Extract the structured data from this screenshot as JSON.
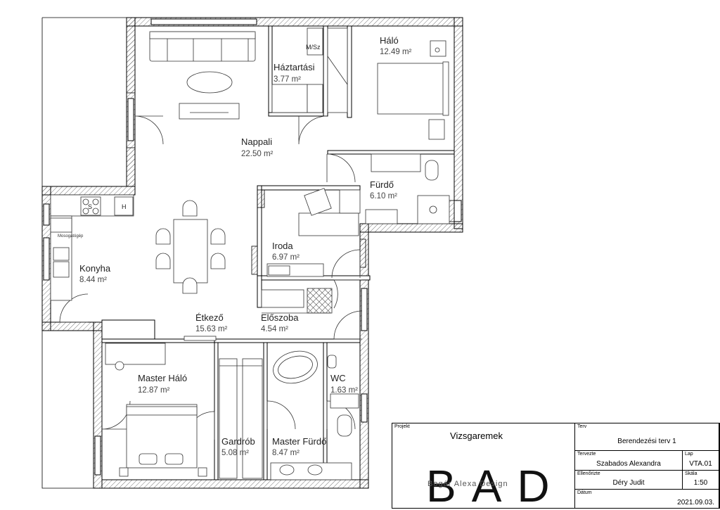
{
  "rooms": {
    "haztartasi": {
      "name": "Háztartási",
      "area": "3.77 m²"
    },
    "halo": {
      "name": "Háló",
      "area": "12.49 m²"
    },
    "nappali": {
      "name": "Nappali",
      "area": "22.50 m²"
    },
    "furdo": {
      "name": "Fürdő",
      "area": "6.10 m²"
    },
    "iroda": {
      "name": "Iroda",
      "area": "6.97 m²"
    },
    "konyha": {
      "name": "Konyha",
      "area": "8.44 m²"
    },
    "etkezo": {
      "name": "Étkező",
      "area": "15.63 m²"
    },
    "eloszoba": {
      "name": "Előszoba",
      "area": "4.54 m²"
    },
    "master_halo": {
      "name": "Master Háló",
      "area": "12.87 m²"
    },
    "wc": {
      "name": "WC",
      "area": "1.63 m²"
    },
    "gardrob": {
      "name": "Gardrób",
      "area": "5.08 m²"
    },
    "master_furdo": {
      "name": "Master Fürdő",
      "area": "8.47 m²"
    }
  },
  "labels": {
    "msz": "M/Sz",
    "hob_h": "H",
    "hob_s": "S",
    "mosogatogep": "Mosogatógép"
  },
  "titleblock": {
    "projekt_label": "Projekt",
    "projekt_value": "Vizsgaremek",
    "terv_label": "Terv",
    "terv_value": "Berendezési terv 1",
    "tervezte_label": "Tervezte",
    "tervezte_value": "Szabados Alexandra",
    "lap_label": "Lap",
    "lap_value": "VTA.01",
    "ellenorizte_label": "Ellenőrizte",
    "ellenorizte_value": "Déry Judit",
    "skala_label": "Skála",
    "skala_value": "1:50",
    "datum_label": "Dátum",
    "datum_value": "2021.09.03.",
    "logo_main": "BAD",
    "logo_sub": "Bogár  Alexa  Design"
  },
  "colors": {
    "wall": "#000000",
    "hatch": "#555555",
    "line": "#333333"
  }
}
